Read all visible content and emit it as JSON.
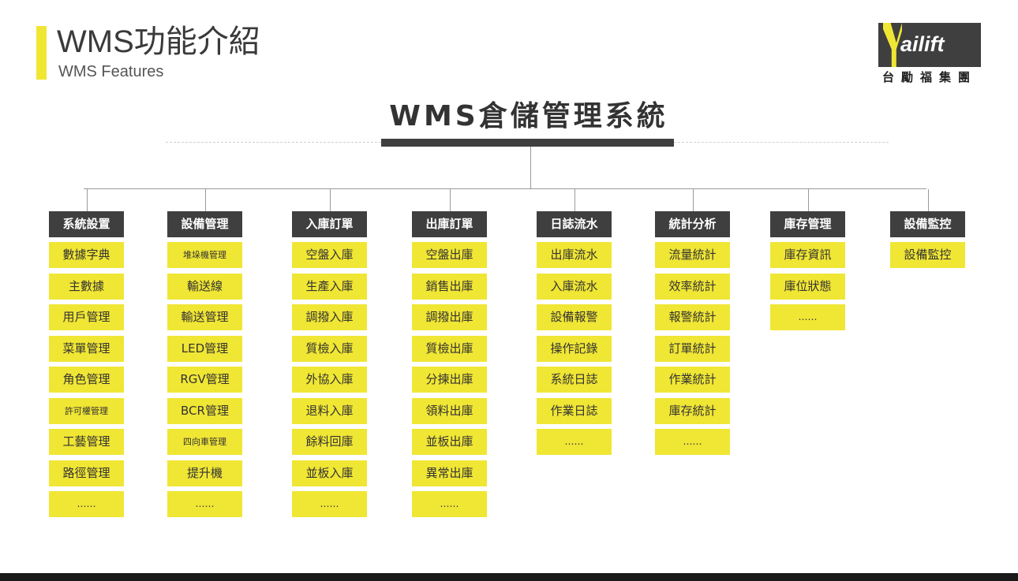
{
  "header": {
    "title": "WMS功能介紹",
    "subtitle": "WMS Features"
  },
  "logo": {
    "wordmark": "ailift",
    "subtitle": "台勵福集團"
  },
  "diagram": {
    "root": "WMS倉儲管理系統",
    "branches": [
      {
        "title": "系統設置",
        "items": [
          "數據字典",
          "主數據",
          "用戶管理",
          "菜單管理",
          "角色管理",
          "許可權管理",
          "工藝管理",
          "路徑管理",
          "……"
        ]
      },
      {
        "title": "設備管理",
        "items": [
          "堆垛機管理",
          "輸送線",
          "輸送管理",
          "LED管理",
          "RGV管理",
          "BCR管理",
          "四向車管理",
          "提升機",
          "……"
        ]
      },
      {
        "title": "入庫訂單",
        "items": [
          "空盤入庫",
          "生產入庫",
          "調撥入庫",
          "質檢入庫",
          "外協入庫",
          "退料入庫",
          "餘料回庫",
          "並板入庫",
          "……"
        ]
      },
      {
        "title": "出庫訂單",
        "items": [
          "空盤出庫",
          "銷售出庫",
          "調撥出庫",
          "質檢出庫",
          "分揀出庫",
          "領料出庫",
          "並板出庫",
          "異常出庫",
          "……"
        ]
      },
      {
        "title": "日誌流水",
        "items": [
          "出庫流水",
          "入庫流水",
          "設備報警",
          "操作記錄",
          "系統日誌",
          "作業日誌",
          "……"
        ]
      },
      {
        "title": "統計分析",
        "items": [
          "流量統計",
          "效率統計",
          "報警統計",
          "訂單統計",
          "作業統計",
          "庫存統計",
          "……"
        ]
      },
      {
        "title": "庫存管理",
        "items": [
          "庫存資訊",
          "庫位狀態",
          "……"
        ]
      },
      {
        "title": "設備監控",
        "items": [
          "設備監控"
        ]
      }
    ]
  },
  "colors": {
    "accent_yellow": "#f0e634",
    "dark_gray": "#3f3f3f",
    "connector": "#9a9a9a"
  }
}
